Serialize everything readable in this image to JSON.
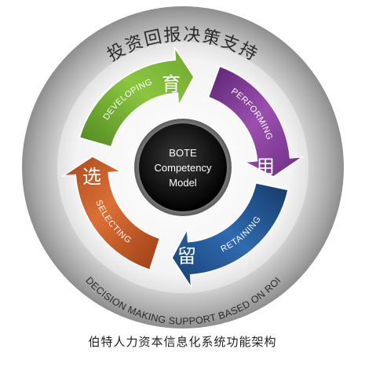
{
  "diagram": {
    "top_arc_text": "投资回报决策支持",
    "bottom_arc_text": "DECISION MAKING SUPPORT BASED ON ROI",
    "center": {
      "line1": "BOTE",
      "line2": "Competency",
      "line3": "Model"
    },
    "segments": [
      {
        "id": "developing",
        "label": "DEVELOPING",
        "char": "育",
        "color": "#7fb236"
      },
      {
        "id": "performing",
        "label": "PERFORMING",
        "char": "用",
        "color": "#7c3a8c"
      },
      {
        "id": "retaining",
        "label": "RETAINING",
        "char": "留",
        "color": "#1f4f86"
      },
      {
        "id": "selecting",
        "label": "SELECTING",
        "char": "选",
        "color": "#c55a26"
      }
    ]
  },
  "caption": "伯特人力资本信息化系统功能架构",
  "icons": {
    "cycle_arrows": "cycle-arrow-icon"
  }
}
